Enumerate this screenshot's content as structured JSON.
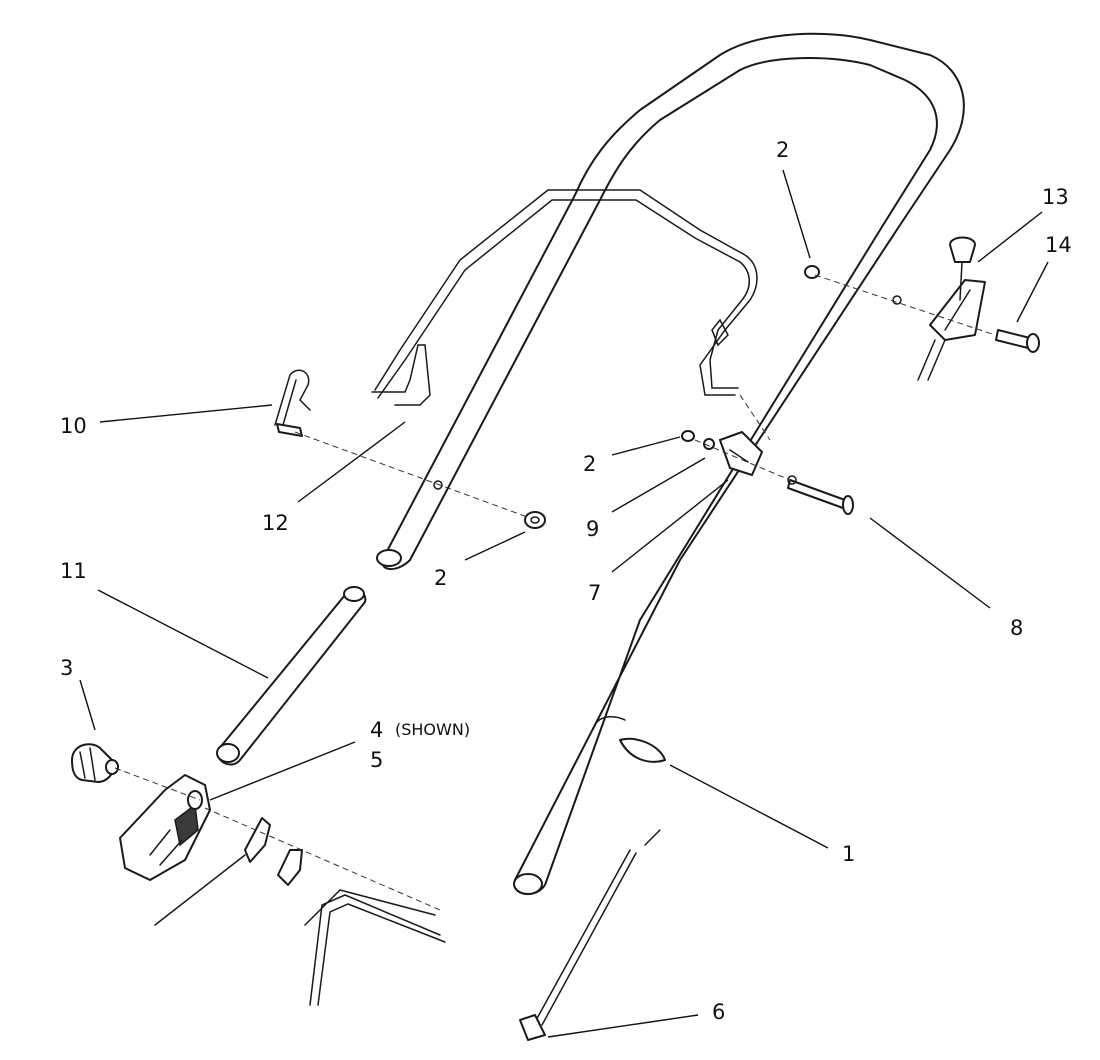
{
  "callouts": {
    "c1": "1",
    "c2a": "2",
    "c2b": "2",
    "c2c": "2",
    "c3": "3",
    "c4": "4",
    "c4_note": "(SHOWN)",
    "c5": "5",
    "c6": "6",
    "c7": "7",
    "c8": "8",
    "c9": "9",
    "c10": "10",
    "c11": "11",
    "c12": "12",
    "c13": "13",
    "c14": "14"
  },
  "colors": {
    "line": "#1a1a1a",
    "background": "#ffffff"
  }
}
